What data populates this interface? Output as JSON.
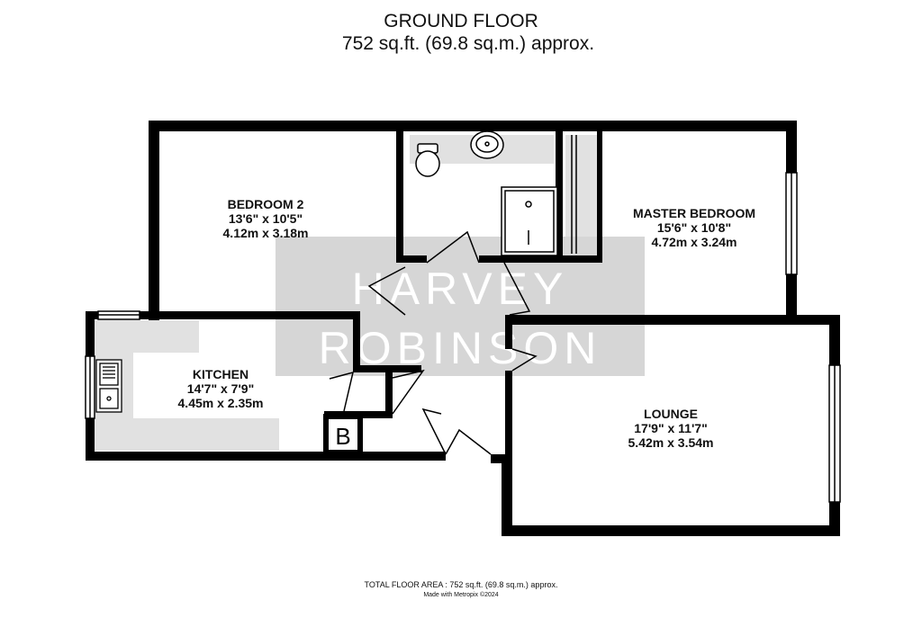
{
  "header": {
    "floor_title": "GROUND FLOOR",
    "floor_area": "752 sq.ft. (69.8 sq.m.) approx."
  },
  "watermark": {
    "line1": "HARVEY",
    "line2": "ROBINSON"
  },
  "rooms": [
    {
      "name": "BEDROOM 2",
      "imperial": "13'6\"  x 10'5\"",
      "metric": "4.12m  x 3.18m"
    },
    {
      "name": "MASTER BEDROOM",
      "imperial": "15'6\"  x 10'8\"",
      "metric": "4.72m  x 3.24m"
    },
    {
      "name": "KITCHEN",
      "imperial": "14'7\"  x 7'9\"",
      "metric": "4.45m  x 2.35m"
    },
    {
      "name": "LOUNGE",
      "imperial": "17'9\"  x 11'7\"",
      "metric": "5.42m  x 3.54m"
    }
  ],
  "boiler_label": "B",
  "footer": {
    "total_area": "TOTAL FLOOR AREA : 752 sq.ft. (69.8 sq.m.) approx.",
    "credit": "Made with Metropix ©2024"
  },
  "colors": {
    "wall": "#000000",
    "fitted_area": "#e1e1e1",
    "watermark_box": "#d6d6d6"
  }
}
